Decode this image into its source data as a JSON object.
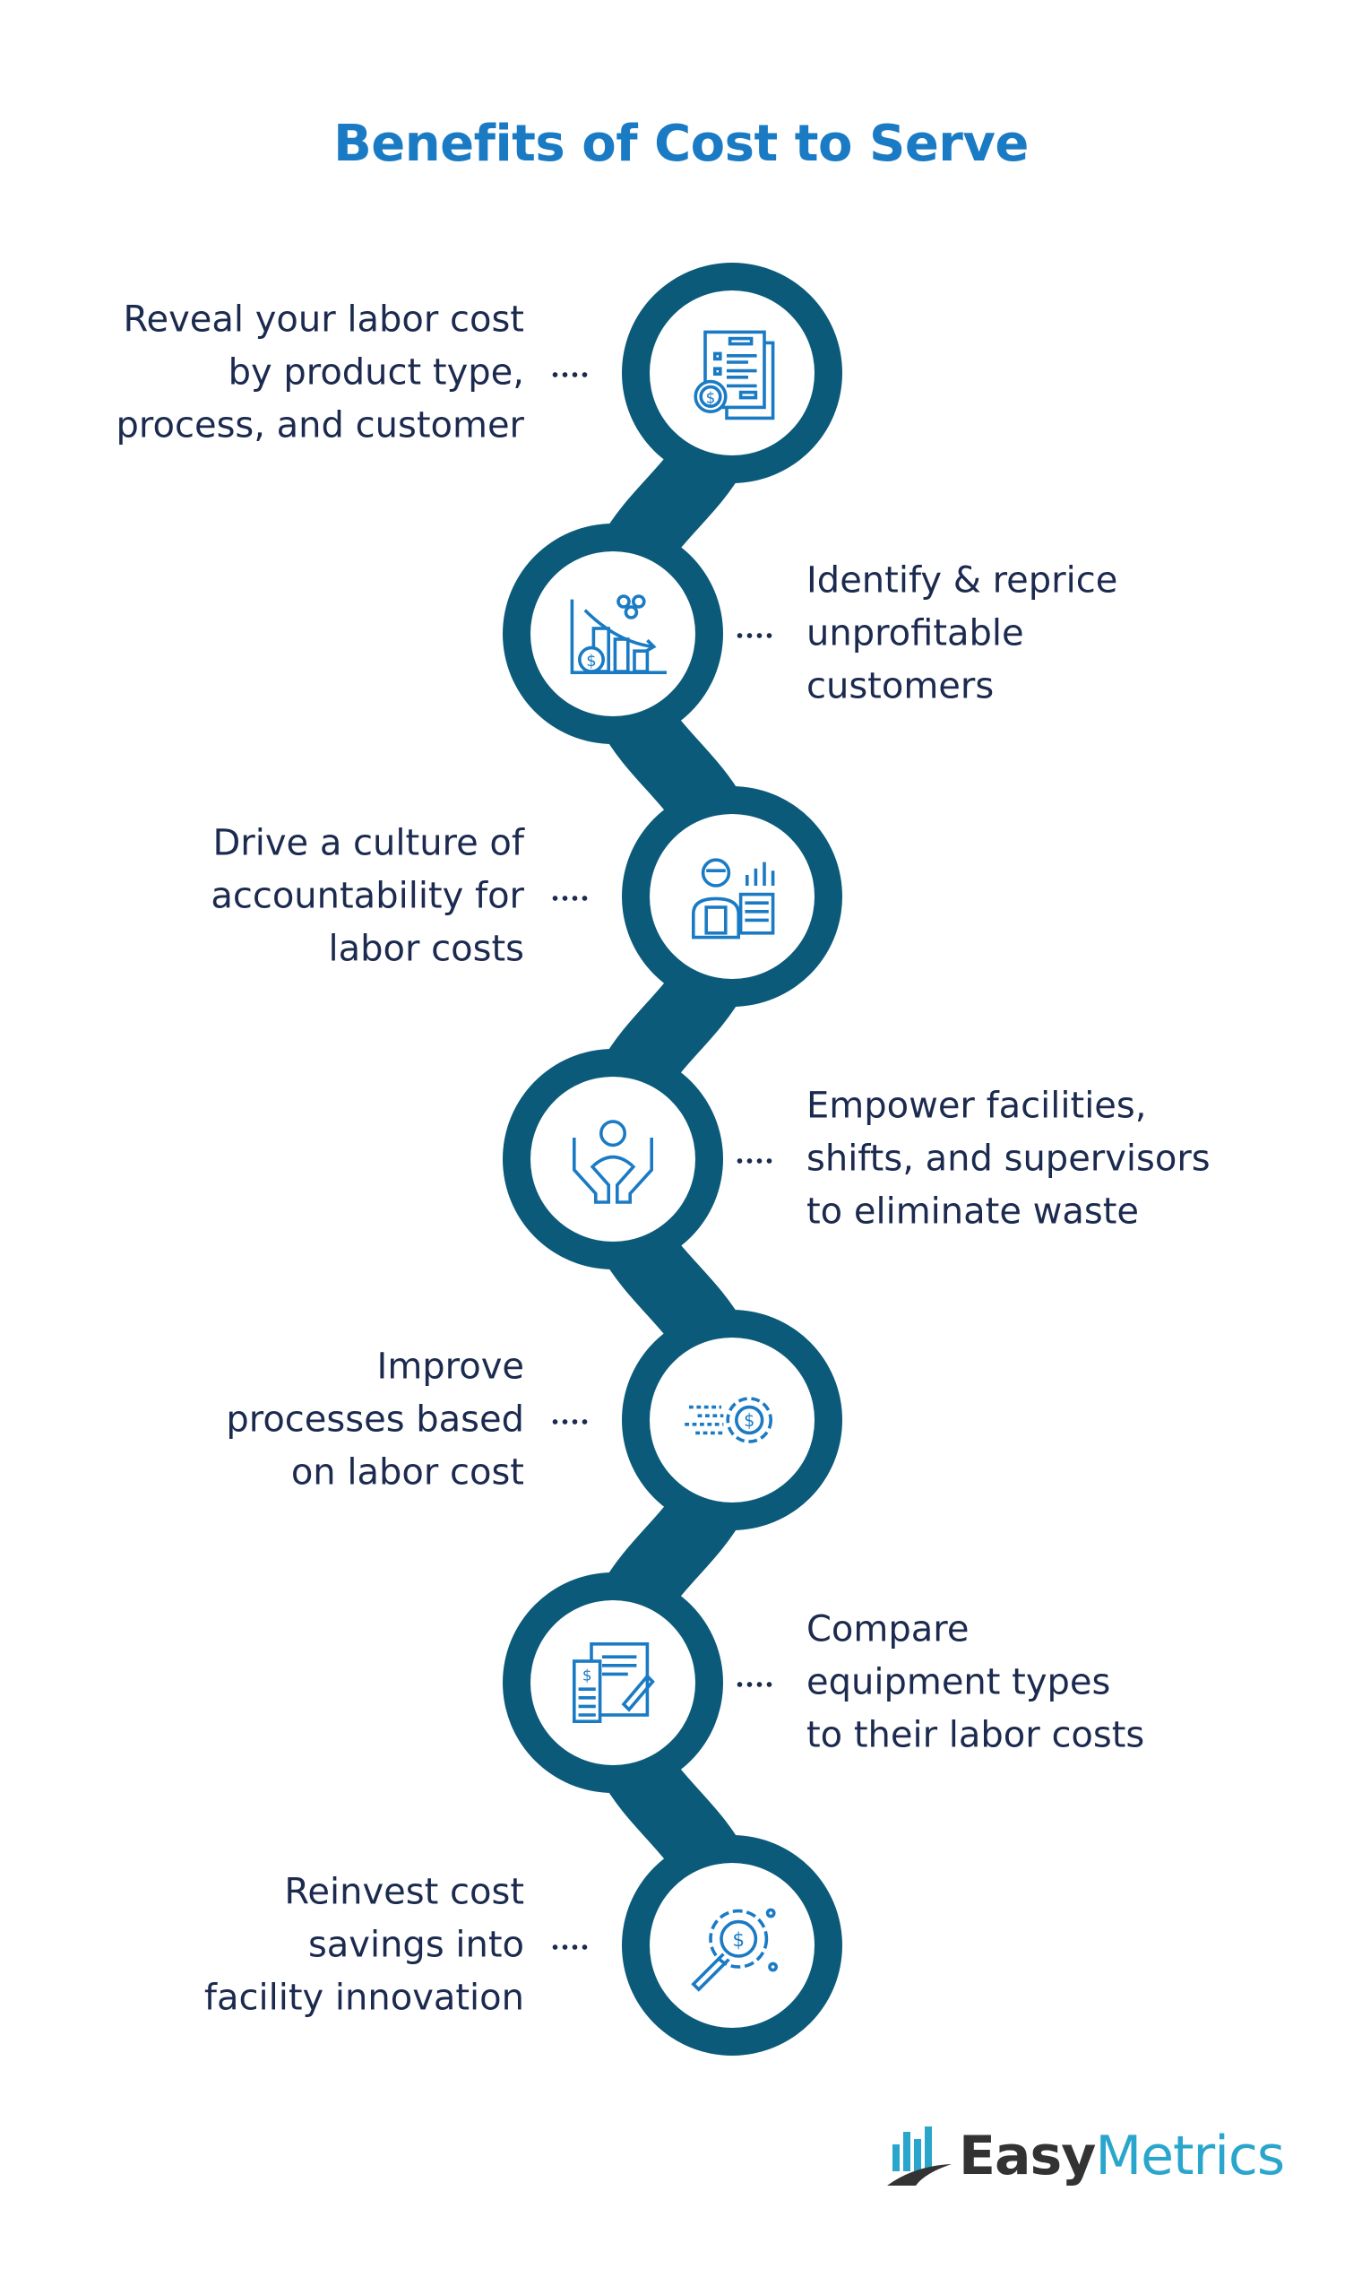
{
  "title": "Benefits of Cost to Serve",
  "colors": {
    "title": "#1a7bc4",
    "chain": "#0b5a7a",
    "text": "#1b2a4e",
    "icon": "#1a7bc4",
    "logo_dark": "#333333",
    "logo_accent": "#2aa6cc"
  },
  "items": [
    {
      "side": "left",
      "icon": "invoice-dollar-icon",
      "lines": [
        "Reveal your labor cost",
        "by product type,",
        "process, and customer"
      ]
    },
    {
      "side": "right",
      "icon": "declining-chart-customers-icon",
      "lines": [
        "Identify & reprice",
        "unprofitable",
        "customers"
      ]
    },
    {
      "side": "left",
      "icon": "manager-calculator-icon",
      "lines": [
        "Drive a culture of",
        "accountability for",
        "labor costs"
      ]
    },
    {
      "side": "right",
      "icon": "hands-person-icon",
      "lines": [
        "Empower facilities,",
        "shifts, and supervisors",
        "to eliminate waste"
      ]
    },
    {
      "side": "left",
      "icon": "gear-dollar-speed-icon",
      "lines": [
        "Improve",
        "processes based",
        "on labor cost"
      ]
    },
    {
      "side": "right",
      "icon": "document-calculator-icon",
      "lines": [
        "Compare",
        "equipment types",
        "to their labor costs"
      ]
    },
    {
      "side": "left",
      "icon": "magnifier-dollar-gear-icon",
      "lines": [
        "Reinvest cost",
        "savings into",
        "facility innovation"
      ]
    }
  ],
  "logo": {
    "part1": "Easy",
    "part2": "Metrics"
  }
}
